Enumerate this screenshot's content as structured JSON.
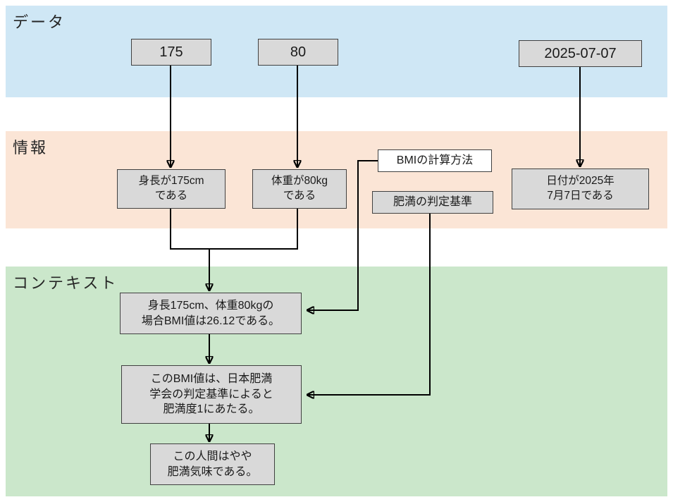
{
  "colors": {
    "band_data": "#cfe7f5",
    "band_info": "#fbe5d6",
    "band_context": "#cbe7cb",
    "box_fill": "#d9d9d9",
    "box_white": "#ffffff",
    "box_border": "#404040",
    "arrow": "#000000",
    "text": "#1f1f1f"
  },
  "bands": {
    "data": {
      "label": "データ"
    },
    "info": {
      "label": "情報"
    },
    "context": {
      "label": "コンテキスト"
    }
  },
  "nodes": {
    "height_value": "175",
    "weight_value": "80",
    "date_value": "2025-07-07",
    "height_info": [
      "身長が175cm",
      "である"
    ],
    "weight_info": [
      "体重が80kg",
      "である"
    ],
    "bmi_method": "BMIの計算方法",
    "obesity_criteria": "肥満の判定基準",
    "date_info": [
      "日付が2025年",
      "7月7日である"
    ],
    "bmi_result": [
      "身長175cm、体重80kgの",
      "場合BMI値は26.12である。"
    ],
    "judgement": [
      "このBMI値は、日本肥満",
      "学会の判定基準によると",
      "肥満度1にあたる。"
    ],
    "conclusion": [
      "この人間はやや",
      "肥満気味である。"
    ]
  }
}
